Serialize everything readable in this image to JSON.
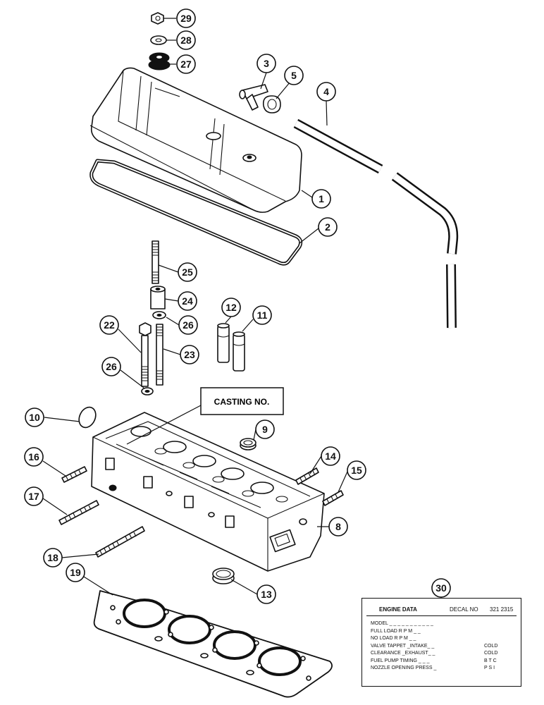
{
  "callouts": [
    "29",
    "28",
    "27",
    "3",
    "5",
    "4",
    "1",
    "2",
    "25",
    "24",
    "12",
    "11",
    "26",
    "22",
    "23",
    "26",
    "10",
    "9",
    "16",
    "14",
    "15",
    "17",
    "8",
    "18",
    "19",
    "13",
    "30"
  ],
  "casting_label": "CASTING NO.",
  "decal": {
    "title": "ENGINE DATA",
    "decal_no_label": "DECAL NO",
    "decal_no": "321 2315",
    "rows": [
      {
        "label": "MODEL _ _ _ _ _ _ _ _ _ _ _",
        "value": ""
      },
      {
        "label": "FULL LOAD R P M _ _",
        "value": ""
      },
      {
        "label": "NO LOAD R P M _ _",
        "value": ""
      },
      {
        "label": "VALVE TAPPET _INTAKE_ _",
        "value": "COLD"
      },
      {
        "label": "CLEARANCE _EXHAUST_ _",
        "value": "COLD"
      },
      {
        "label": "FUEL PUMP TIMING _ _ _",
        "value": "B T C"
      },
      {
        "label": "NOZZLE OPENING PRESS _",
        "value": "P S I"
      }
    ]
  }
}
